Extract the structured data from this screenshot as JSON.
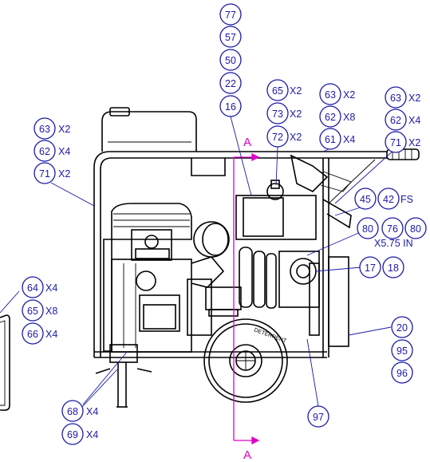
{
  "section_marker": {
    "top_label": "A",
    "bottom_label": "A"
  },
  "callouts": [
    {
      "id": "c77",
      "num": "77",
      "qty": ""
    },
    {
      "id": "c57",
      "num": "57",
      "qty": ""
    },
    {
      "id": "c50",
      "num": "50",
      "qty": ""
    },
    {
      "id": "c22",
      "num": "22",
      "qty": ""
    },
    {
      "id": "c16",
      "num": "16",
      "qty": ""
    },
    {
      "id": "c65a",
      "num": "65",
      "qty": "X2"
    },
    {
      "id": "c73",
      "num": "73",
      "qty": "X2"
    },
    {
      "id": "c72",
      "num": "72",
      "qty": "X2"
    },
    {
      "id": "c63b",
      "num": "63",
      "qty": "X2"
    },
    {
      "id": "c62b",
      "num": "62",
      "qty": "X8"
    },
    {
      "id": "c61",
      "num": "61",
      "qty": "X4"
    },
    {
      "id": "c63c",
      "num": "63",
      "qty": "X2"
    },
    {
      "id": "c62c",
      "num": "62",
      "qty": "X4"
    },
    {
      "id": "c71c",
      "num": "71",
      "qty": "X2"
    },
    {
      "id": "c63a",
      "num": "63",
      "qty": "X2"
    },
    {
      "id": "c62a",
      "num": "62",
      "qty": "X4"
    },
    {
      "id": "c71a",
      "num": "71",
      "qty": "X2"
    },
    {
      "id": "c45",
      "num": "45",
      "qty": ""
    },
    {
      "id": "c42",
      "num": "42",
      "qty": "FS"
    },
    {
      "id": "c80a",
      "num": "80",
      "qty": ""
    },
    {
      "id": "c76",
      "num": "76",
      "qty": ""
    },
    {
      "id": "c80b",
      "num": "80",
      "qty": ""
    },
    {
      "id": "c17",
      "num": "17",
      "qty": ""
    },
    {
      "id": "c18",
      "num": "18",
      "qty": ""
    },
    {
      "id": "c64",
      "num": "64",
      "qty": "X4"
    },
    {
      "id": "c65b",
      "num": "65",
      "qty": "X8"
    },
    {
      "id": "c66",
      "num": "66",
      "qty": "X4"
    },
    {
      "id": "c20",
      "num": "20",
      "qty": ""
    },
    {
      "id": "c95",
      "num": "95",
      "qty": ""
    },
    {
      "id": "c96",
      "num": "96",
      "qty": ""
    },
    {
      "id": "c97",
      "num": "97",
      "qty": ""
    },
    {
      "id": "c68",
      "num": "68",
      "qty": "X4"
    },
    {
      "id": "c69",
      "num": "69",
      "qty": "X4"
    }
  ],
  "dimension_note": "X5.75 IN",
  "wheel_text": "DETERRENT"
}
